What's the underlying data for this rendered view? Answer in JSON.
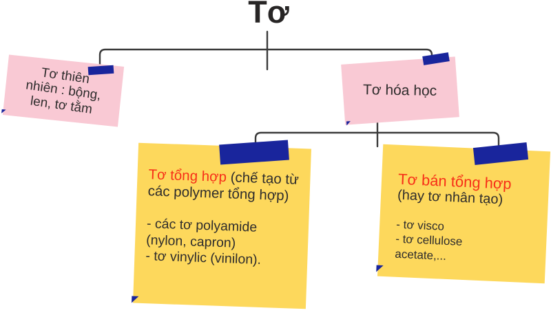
{
  "title": "Tơ",
  "palette": {
    "note_pink": "#f9c9d4",
    "note_yellow": "#fdd85c",
    "tape_navy": "#19259c",
    "accent_red": "#f72f18",
    "ink": "#2e2c2c",
    "line": "#3a3a3a"
  },
  "nodes": {
    "natural": {
      "text": "Tơ thiên\nnhiên : bộng,\nlen, tơ tằm"
    },
    "chemical": {
      "text": "Tơ hóa học"
    },
    "synthetic": {
      "heading": "Tơ tổng hợp",
      "heading_note": " (chế tạo từ các polymer tổng hợp)",
      "body": "- các tơ polyamide\n(nylon, capron)\n- tơ vinylic (vinilon)."
    },
    "semi_synthetic": {
      "heading": "Tơ bán tổng hợp",
      "heading_note": "(hay tơ nhân tạo)",
      "body": "- tơ visco\n- tơ cellulose\nacetate,..."
    }
  }
}
